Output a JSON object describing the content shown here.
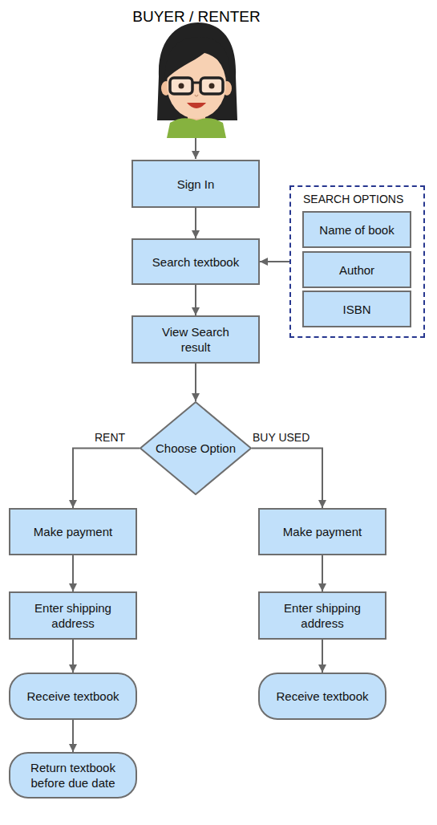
{
  "diagram": {
    "title": "BUYER / RENTER",
    "nodes": [
      {
        "text": [
          "Sign In"
        ]
      },
      {
        "text": [
          "Search textbook"
        ]
      },
      {
        "text": [
          "SEARCH OPTIONS"
        ]
      },
      {
        "text": [
          "Name of book"
        ],
        "in": 2
      },
      {
        "text": [
          "Author"
        ],
        "in": 2
      },
      {
        "text": [
          "ISBN"
        ],
        "in": 2
      },
      {
        "text": [
          "View Search result"
        ]
      },
      {
        "text": [
          "Choose Option"
        ]
      },
      {
        "text": [
          "Make payment"
        ]
      },
      {
        "text": [
          "Make payment"
        ]
      },
      {
        "text": [
          "Enter shipping address"
        ]
      },
      {
        "text": [
          "Enter shipping address"
        ]
      },
      {
        "text": [
          "Receive textbook"
        ]
      },
      {
        "text": [
          "Receive textbook"
        ]
      },
      {
        "text": [
          "Return textbook before due date"
        ]
      }
    ],
    "edges": [
      {
        "from": 0,
        "to": 1,
        "arrow": "to"
      },
      {
        "from": 2,
        "to": 1,
        "arrow": "to"
      },
      {
        "from": 1,
        "to": 6,
        "arrow": "to"
      },
      {
        "from": 6,
        "to": 7,
        "arrow": "to"
      },
      {
        "from": 7,
        "to": 8,
        "label": "RENT",
        "arrow": "to"
      },
      {
        "from": 7,
        "to": 9,
        "label": "BUY USED",
        "arrow": "to"
      },
      {
        "from": 8,
        "to": 10,
        "arrow": "to"
      },
      {
        "from": 10,
        "to": 12,
        "arrow": "to"
      },
      {
        "from": 12,
        "to": 14,
        "arrow": "to"
      },
      {
        "from": 9,
        "to": 11,
        "arrow": "to"
      },
      {
        "from": 11,
        "to": 13,
        "arrow": "to"
      }
    ]
  }
}
